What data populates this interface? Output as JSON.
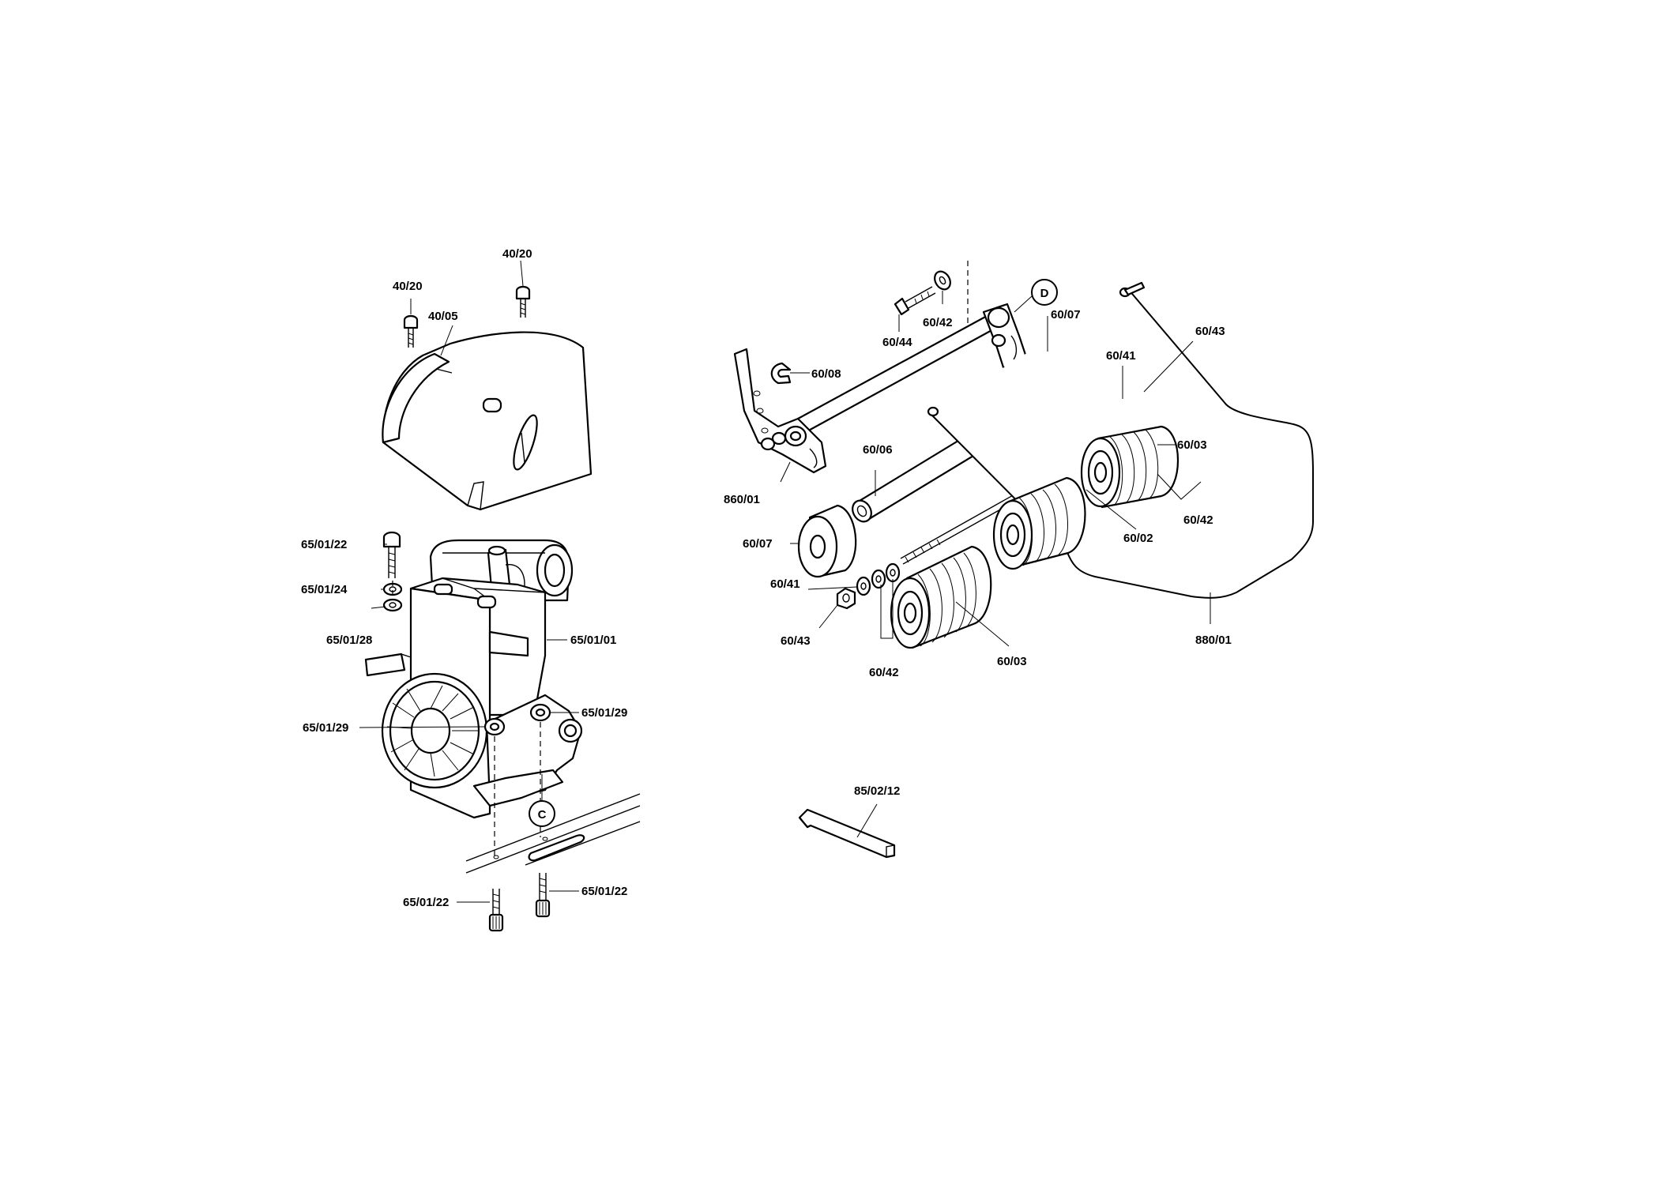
{
  "labels": {
    "p40_20_a": "40/20",
    "p40_20_b": "40/20",
    "p40_05": "40/05",
    "p65_01_22_top": "65/01/22",
    "p65_01_24": "65/01/24",
    "p65_01_28": "65/01/28",
    "p65_01_01": "65/01/01",
    "p65_01_29_left": "65/01/29",
    "p65_01_29_right": "65/01/29",
    "p65_01_22_bl": "65/01/22",
    "p65_01_22_br": "65/01/22",
    "p60_44": "60/44",
    "p60_42_top": "60/42",
    "p60_07_top": "60/07",
    "p60_41_top": "60/41",
    "p60_43_top": "60/43",
    "p60_08": "60/08",
    "p60_06": "60/06",
    "p60_03_top": "60/03",
    "p60_42_right": "60/42",
    "p60_02": "60/02",
    "p860_01": "860/01",
    "p60_07_left": "60/07",
    "p60_41_left": "60/41",
    "p60_43_left": "60/43",
    "p60_42_bottom": "60/42",
    "p60_03_bottom": "60/03",
    "p880_01": "880/01",
    "p85_02_12": "85/02/12"
  },
  "markers": {
    "d": "D",
    "c": "C"
  }
}
